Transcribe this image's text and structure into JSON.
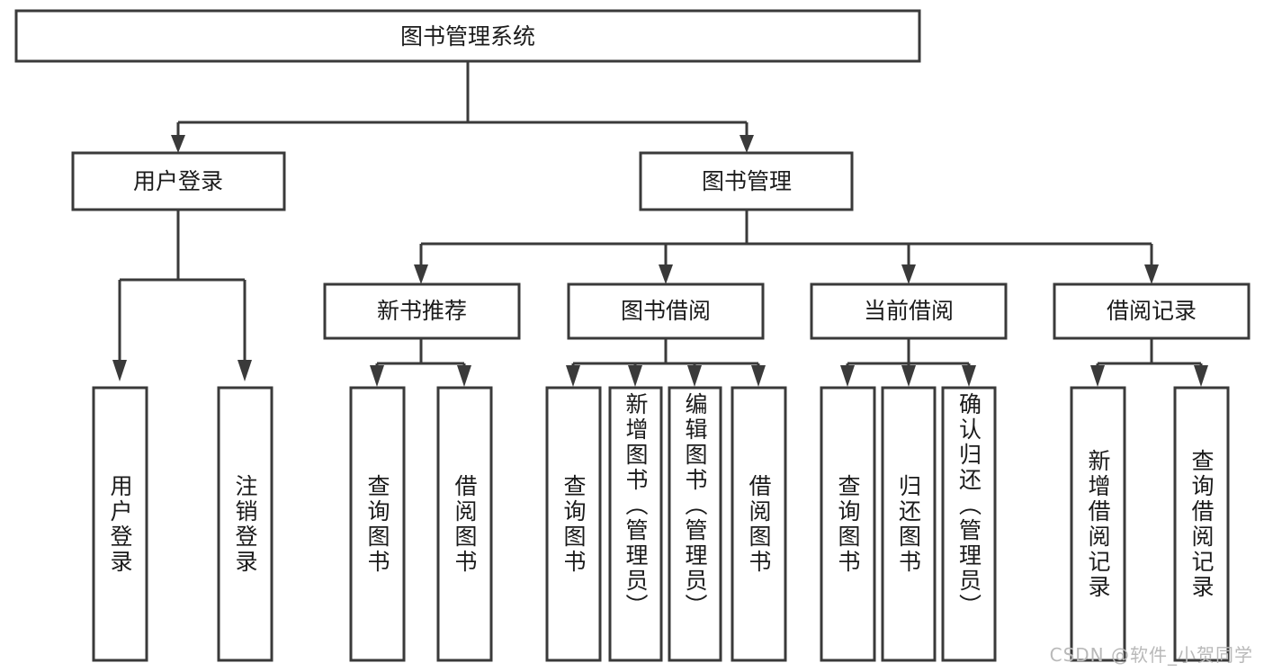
{
  "diagram": {
    "type": "tree-hierarchy-chart",
    "title": "图书管理系统",
    "background_color": "#ffffff",
    "line_color": "#3a3a3a",
    "text_color": "#1b1b1b",
    "levels": [
      {
        "level": 1,
        "nodes": [
          {
            "id": "root",
            "label": "图书管理系统",
            "orientation": "horizontal"
          }
        ]
      },
      {
        "level": 2,
        "nodes": [
          {
            "id": "login",
            "label": "用户登录",
            "orientation": "horizontal",
            "parent": "root"
          },
          {
            "id": "bookmgmt",
            "label": "图书管理",
            "orientation": "horizontal",
            "parent": "root"
          }
        ]
      },
      {
        "level": 3,
        "nodes": [
          {
            "id": "newbook",
            "label": "新书推荐",
            "orientation": "horizontal",
            "parent": "bookmgmt"
          },
          {
            "id": "borrow",
            "label": "图书借阅",
            "orientation": "horizontal",
            "parent": "bookmgmt"
          },
          {
            "id": "current",
            "label": "当前借阅",
            "orientation": "horizontal",
            "parent": "bookmgmt"
          },
          {
            "id": "records",
            "label": "借阅记录",
            "orientation": "horizontal",
            "parent": "bookmgmt"
          }
        ]
      },
      {
        "level": 4,
        "nodes": [
          {
            "id": "leaf1",
            "label": "用户登录",
            "orientation": "vertical",
            "parent": "login"
          },
          {
            "id": "leaf2",
            "label": "注销登录",
            "orientation": "vertical",
            "parent": "login"
          },
          {
            "id": "leaf3",
            "label": "查询图书",
            "orientation": "vertical",
            "parent": "newbook"
          },
          {
            "id": "leaf4",
            "label": "借阅图书",
            "orientation": "vertical",
            "parent": "newbook"
          },
          {
            "id": "leaf5",
            "label": "查询图书",
            "orientation": "vertical",
            "parent": "borrow"
          },
          {
            "id": "leaf6",
            "label": "新增图书（管理员）",
            "orientation": "vertical",
            "parent": "borrow"
          },
          {
            "id": "leaf7",
            "label": "编辑图书（管理员）",
            "orientation": "vertical",
            "parent": "borrow"
          },
          {
            "id": "leaf8",
            "label": "借阅图书",
            "orientation": "vertical",
            "parent": "borrow"
          },
          {
            "id": "leaf9",
            "label": "查询图书",
            "orientation": "vertical",
            "parent": "current"
          },
          {
            "id": "leaf10",
            "label": "归还图书",
            "orientation": "vertical",
            "parent": "current"
          },
          {
            "id": "leaf11",
            "label": "确认归还（管理员）",
            "orientation": "vertical",
            "parent": "current"
          },
          {
            "id": "leaf12",
            "label": "新增借阅记录",
            "orientation": "vertical",
            "parent": "records"
          },
          {
            "id": "leaf13",
            "label": "查询借阅记录",
            "orientation": "vertical",
            "parent": "records"
          }
        ]
      }
    ]
  },
  "watermark": {
    "text": "CSDN @软件_小贺同学",
    "color": "#b9b9b9"
  }
}
